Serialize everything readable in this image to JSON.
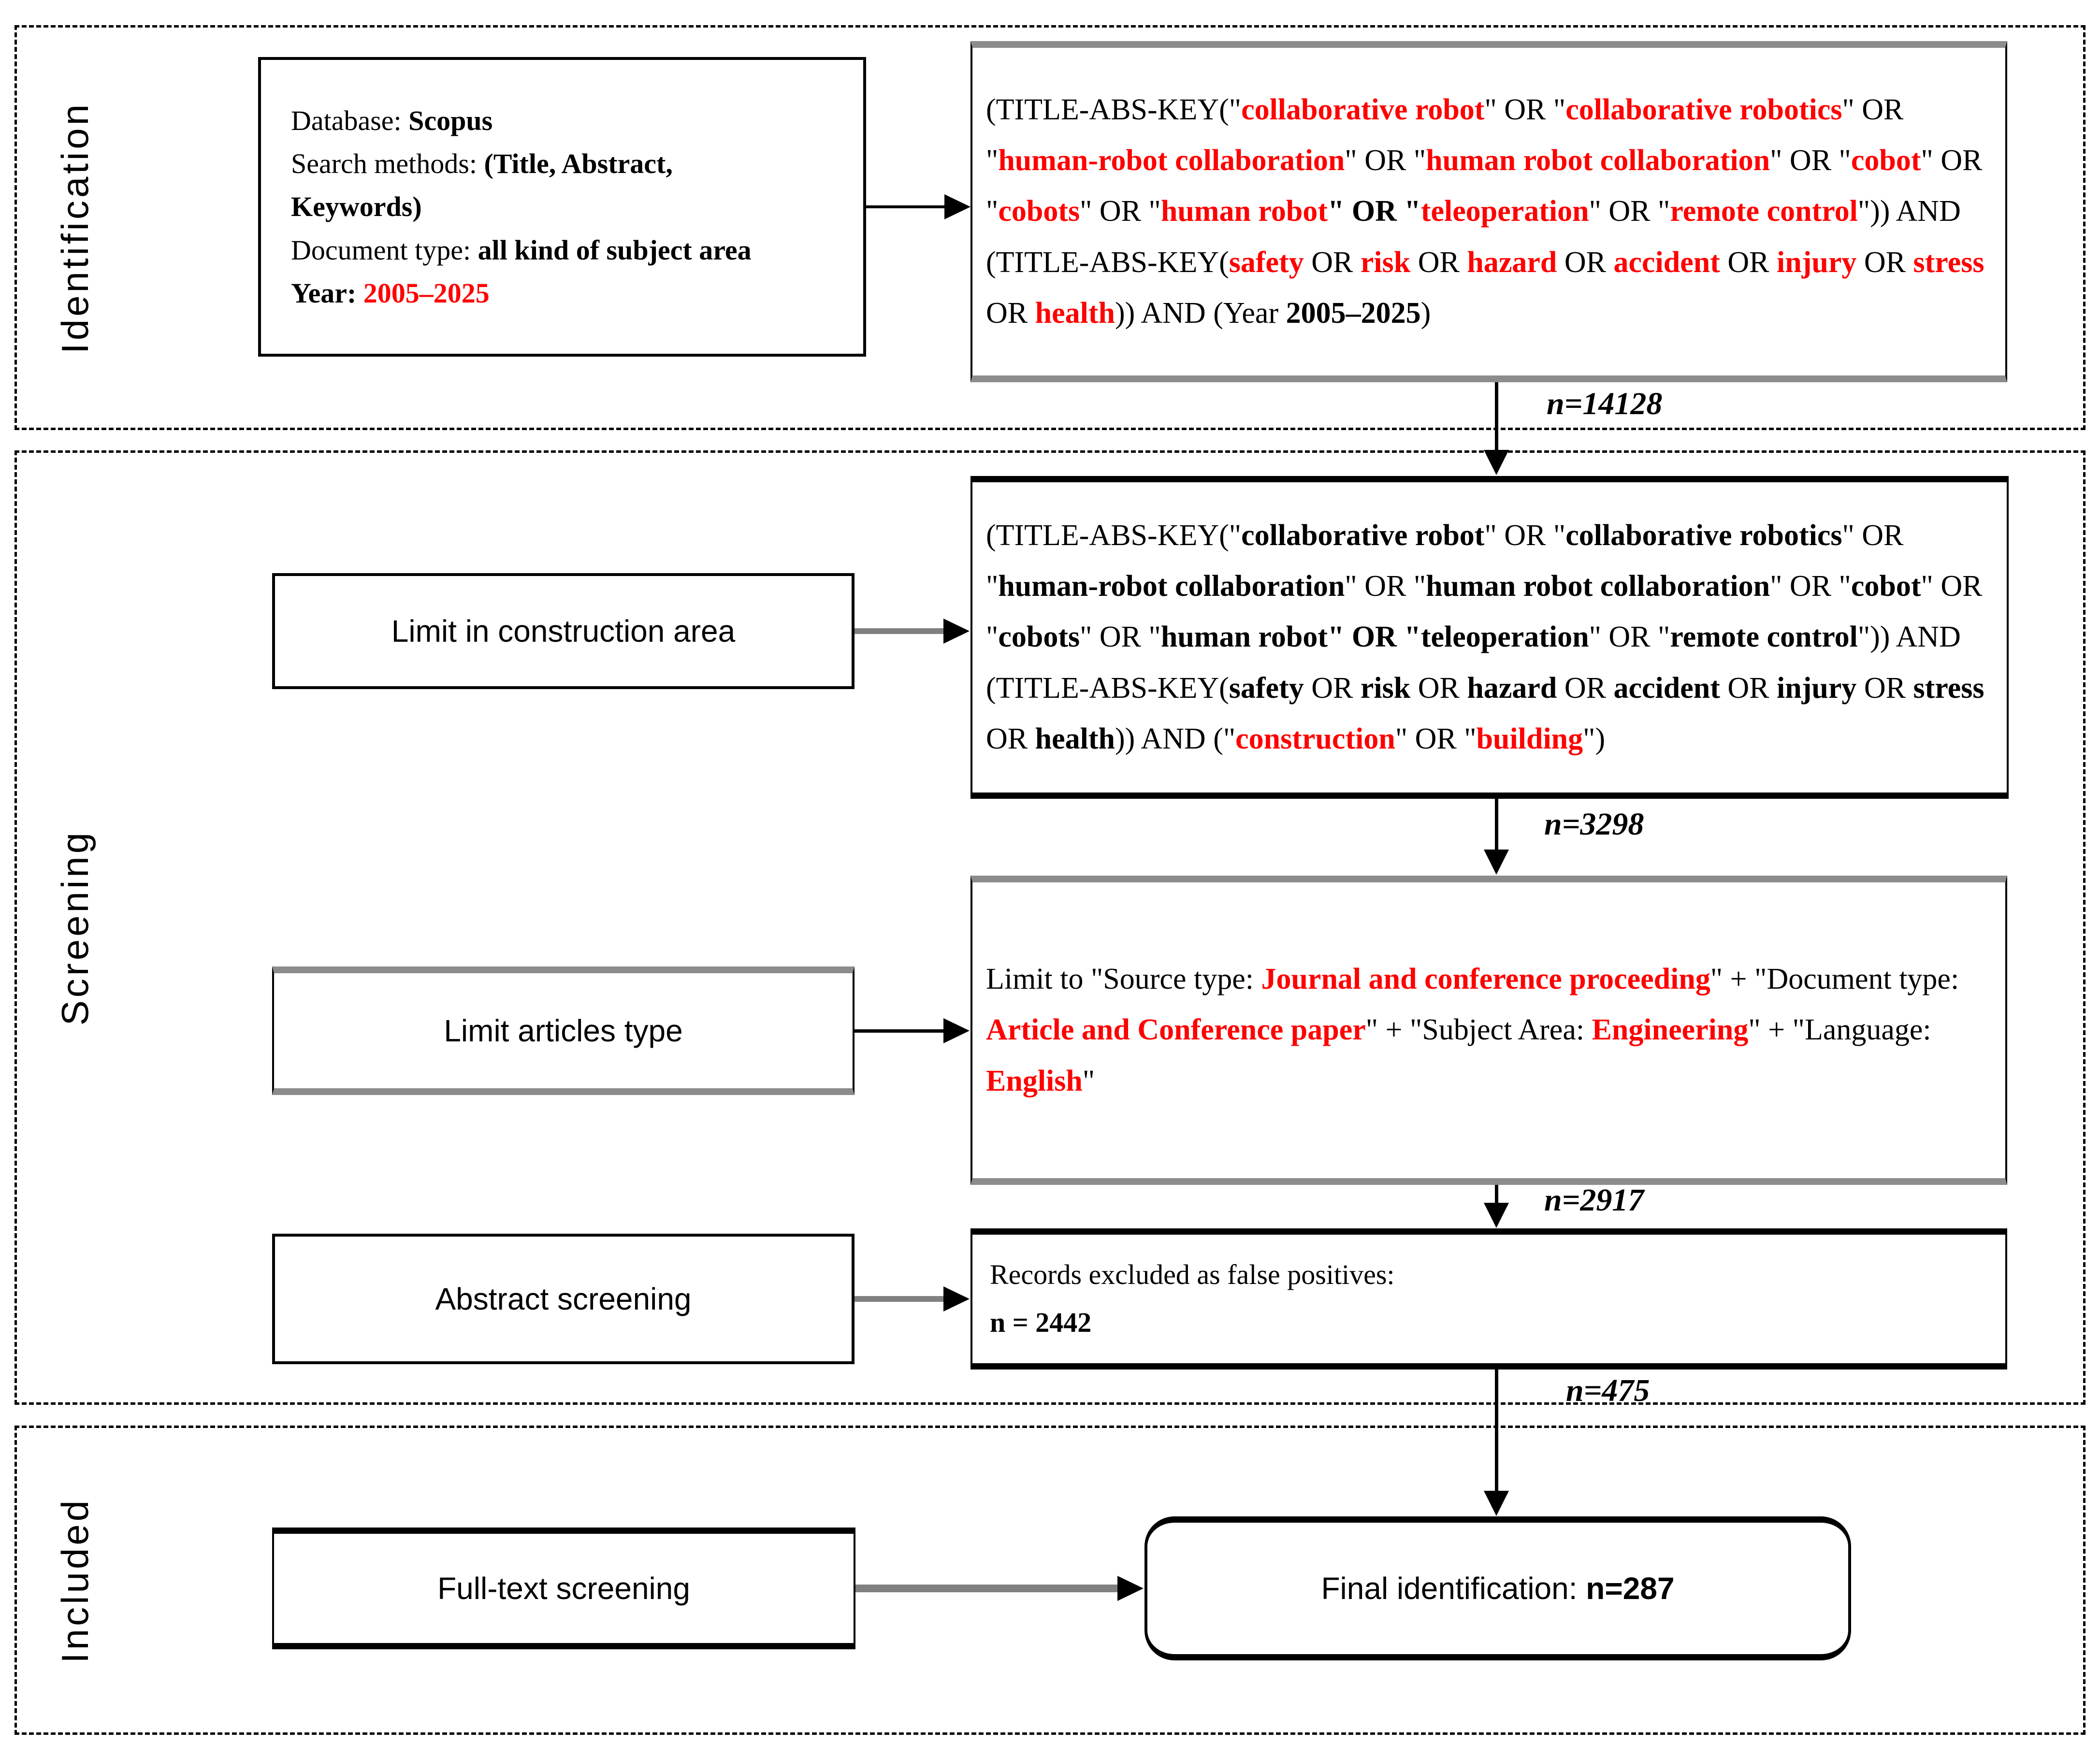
{
  "colors": {
    "red": "#ff0000",
    "gray_arrow": "#808080",
    "gray_border": "#8c8c8c",
    "black": "#000000",
    "background": "#ffffff"
  },
  "sections": [
    {
      "label": "Identification"
    },
    {
      "label": "Screening"
    },
    {
      "label": "Included"
    }
  ],
  "criteria_box": {
    "lines": [
      [
        {
          "t": "Database: "
        },
        {
          "t": "Scopus",
          "b": 1
        }
      ],
      [
        {
          "t": "Search methods: "
        },
        {
          "t": "(Title, Abstract,",
          "b": 1
        }
      ],
      [
        {
          "t": "Keywords)",
          "b": 1
        }
      ],
      [
        {
          "t": "Document type: "
        },
        {
          "t": "all kind of subject area",
          "b": 1
        }
      ],
      [
        {
          "t": "Year: ",
          "b": 1
        },
        {
          "t": "2005–2025",
          "b": 1,
          "r": 1
        }
      ]
    ]
  },
  "query_identification": {
    "segments": [
      {
        "t": "(TITLE-ABS-KEY(\""
      },
      {
        "t": "collaborative robot",
        "b": 1,
        "r": 1
      },
      {
        "t": "\" OR \""
      },
      {
        "t": "collaborative robotics",
        "b": 1,
        "r": 1
      },
      {
        "t": "\" OR \""
      },
      {
        "t": "human-robot collaboration",
        "b": 1,
        "r": 1
      },
      {
        "t": "\" OR \""
      },
      {
        "t": "human robot collaboration",
        "b": 1,
        "r": 1
      },
      {
        "t": "\" OR \""
      },
      {
        "t": "cobot",
        "b": 1,
        "r": 1
      },
      {
        "t": "\" OR \""
      },
      {
        "t": "cobots",
        "b": 1,
        "r": 1
      },
      {
        "t": "\" OR \""
      },
      {
        "t": "human robot",
        "b": 1,
        "r": 1
      },
      {
        "t": "\" OR \"",
        "b": 1
      },
      {
        "t": "teleoperation",
        "b": 1,
        "r": 1
      },
      {
        "t": "\" OR \""
      },
      {
        "t": "remote control",
        "b": 1,
        "r": 1
      },
      {
        "t": "\")) AND (TITLE-ABS-KEY("
      },
      {
        "t": "safety",
        "b": 1,
        "r": 1
      },
      {
        "t": " OR "
      },
      {
        "t": "risk",
        "b": 1,
        "r": 1
      },
      {
        "t": " OR "
      },
      {
        "t": "hazard",
        "b": 1,
        "r": 1
      },
      {
        "t": " OR "
      },
      {
        "t": "accident",
        "b": 1,
        "r": 1
      },
      {
        "t": " OR "
      },
      {
        "t": "injury",
        "b": 1,
        "r": 1
      },
      {
        "t": " OR "
      },
      {
        "t": "stress",
        "b": 1,
        "r": 1
      },
      {
        "t": " OR "
      },
      {
        "t": "health",
        "b": 1,
        "r": 1
      },
      {
        "t": ")) AND (Year "
      },
      {
        "t": "2005–2025",
        "b": 1
      },
      {
        "t": ")"
      }
    ]
  },
  "query_construction": {
    "segments": [
      {
        "t": "(TITLE-ABS-KEY(\""
      },
      {
        "t": "collaborative robot",
        "b": 1
      },
      {
        "t": "\" OR \""
      },
      {
        "t": "collaborative robotics",
        "b": 1
      },
      {
        "t": "\" OR \""
      },
      {
        "t": "human-robot collaboration",
        "b": 1
      },
      {
        "t": "\" OR \""
      },
      {
        "t": "human robot collaboration",
        "b": 1
      },
      {
        "t": "\" OR \""
      },
      {
        "t": "cobot",
        "b": 1
      },
      {
        "t": "\" OR \""
      },
      {
        "t": "cobots",
        "b": 1
      },
      {
        "t": "\" OR \""
      },
      {
        "t": "human robot",
        "b": 1
      },
      {
        "t": "\" OR \"",
        "b": 1
      },
      {
        "t": "teleoperation",
        "b": 1
      },
      {
        "t": "\" OR \""
      },
      {
        "t": "remote control",
        "b": 1
      },
      {
        "t": "\")) AND (TITLE-ABS-KEY("
      },
      {
        "t": "safety",
        "b": 1
      },
      {
        "t": " OR "
      },
      {
        "t": "risk",
        "b": 1
      },
      {
        "t": " OR "
      },
      {
        "t": "hazard",
        "b": 1
      },
      {
        "t": " OR "
      },
      {
        "t": "accident",
        "b": 1
      },
      {
        "t": " OR "
      },
      {
        "t": "injury",
        "b": 1
      },
      {
        "t": " OR "
      },
      {
        "t": "stress",
        "b": 1
      },
      {
        "t": " OR "
      },
      {
        "t": "health",
        "b": 1
      },
      {
        "t": ")) AND (\""
      },
      {
        "t": "construction",
        "b": 1,
        "r": 1
      },
      {
        "t": "\" OR \""
      },
      {
        "t": "building",
        "b": 1,
        "r": 1
      },
      {
        "t": "\")"
      }
    ]
  },
  "query_limits": {
    "segments": [
      {
        "t": "Limit to \"Source type: "
      },
      {
        "t": "Journal and conference proceeding",
        "b": 1,
        "r": 1
      },
      {
        "t": "\" + \"Document type: "
      },
      {
        "t": "Article and Conference paper",
        "b": 1,
        "r": 1
      },
      {
        "t": "\" + \"Subject Area: "
      },
      {
        "t": "Engineering",
        "b": 1,
        "r": 1
      },
      {
        "t": "\" + \"Language: "
      },
      {
        "t": "English",
        "b": 1,
        "r": 1
      },
      {
        "t": "\""
      }
    ]
  },
  "records_excluded_box": {
    "lines": [
      [
        {
          "t": "Records excluded as false positives:"
        }
      ],
      [
        {
          "t": "n = 2442",
          "b": 1
        }
      ]
    ]
  },
  "left_boxes": {
    "construction": "Limit in construction area",
    "articles": "Limit articles type",
    "abstract": "Abstract screening",
    "fulltext": "Full-text screening"
  },
  "final_box": {
    "segments": [
      {
        "t": "Final identification: "
      },
      {
        "t": "n=287",
        "b": 1
      }
    ]
  },
  "counts": {
    "after_identification": "n=14128",
    "after_construction_limit": "n=3298",
    "after_article_limit": "n=2917",
    "after_abstract_screening": "n=475"
  }
}
